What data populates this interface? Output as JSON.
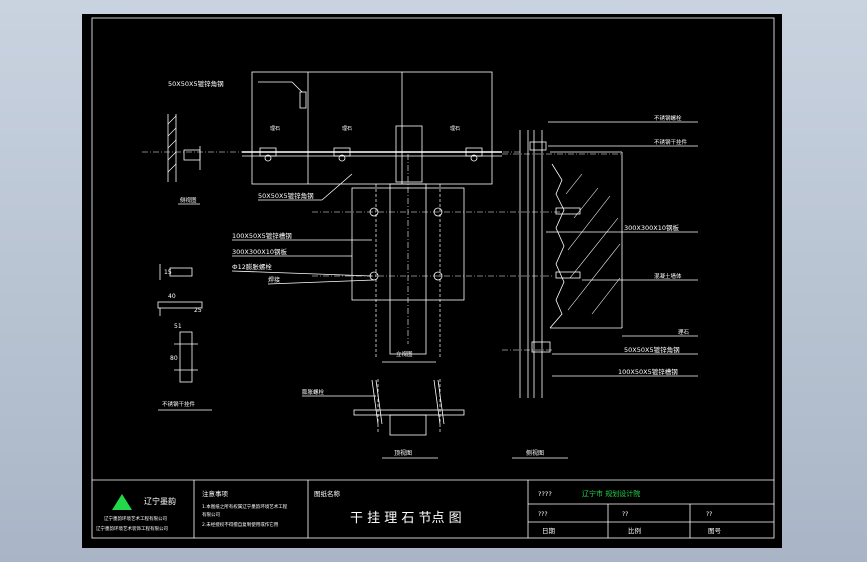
{
  "company": {
    "name": "辽宁墨韵",
    "line1": "辽宁墨韵环境艺术工程有限公司",
    "line2": "辽宁墨韵环境艺术装饰工程有限公司"
  },
  "notes": {
    "heading": "注意事项",
    "line1": "1.本图纸之所有权属辽宁墨韵环境艺术工程",
    "line1b": "有限公司",
    "line2": "2.未经授权不得擅自复制使用或作它用"
  },
  "drawing_name": {
    "label": "图纸名称",
    "value": "干 挂 理 石 节点 图"
  },
  "title_block": {
    "q1": "????",
    "firm": "辽宁市 规划设计院",
    "q2": "???",
    "q3": "??",
    "q4": "??",
    "date": "日期",
    "scale": "比例",
    "number": "图号"
  },
  "labels": {
    "top_angle": "50X50X5镀锌角钢",
    "stone_left": "理石",
    "stone_mid": "理石",
    "stone_right": "理石",
    "side_view_small": "侧视图",
    "front_angle": "50X50X5镀锌角钢",
    "channel": "100X50X5镀锌槽钢",
    "plate": "300X300X10钢板",
    "bolt": "Ф12膨胀螺栓",
    "weld": "焊接",
    "elev": "立视图",
    "bolt_detail": "不锈钢干挂件",
    "plan": "顶视图",
    "bottom_bolt": "膨胀螺栓",
    "r_bolt": "不锈钢螺栓",
    "r_hanger": "不锈钢干挂件",
    "r_plate": "300X300X10钢板",
    "r_concrete": "混凝土墙体",
    "r_stone": "理石",
    "r_angle": "50X50X5镀锌角钢",
    "r_channel": "100X50X5镀锌槽钢",
    "r_side": "侧视图",
    "dim_40": "40",
    "dim_25": "25",
    "dim_15": "15",
    "dim_51": "51",
    "dim_80": "80"
  }
}
